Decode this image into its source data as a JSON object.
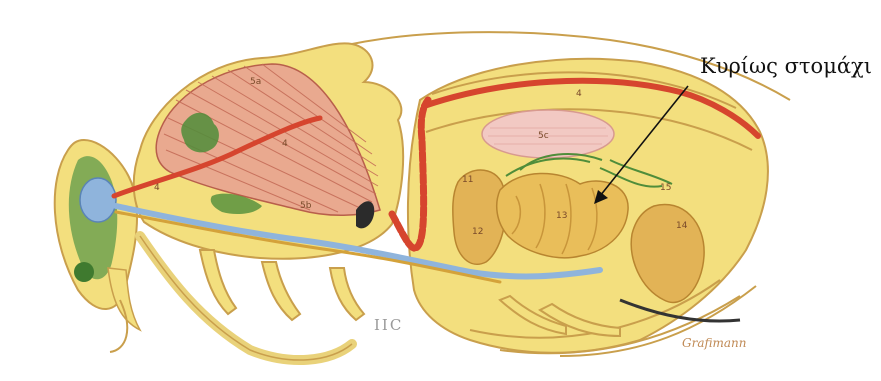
{
  "figure": {
    "callout_label": "Κυρίως στομάχι",
    "plate_label": "IIC",
    "signature": "Grafimann",
    "part_labels": [
      "5a",
      "4",
      "4",
      "4",
      "5b",
      "5c",
      "11",
      "12",
      "13",
      "14",
      "15"
    ],
    "colors": {
      "background": "#ffffff",
      "body": "#f3df7e",
      "body_outline": "#c99f4c",
      "muscle": "#e9a98f",
      "muscle_stripe": "#c56d58",
      "aorta_red": "#d6452e",
      "nerve_blue": "#8fb4dc",
      "ganglion_green": "#4f8d3a",
      "gut_orange": "#e2b356",
      "gland_pink": "#f2c9c3"
    }
  }
}
